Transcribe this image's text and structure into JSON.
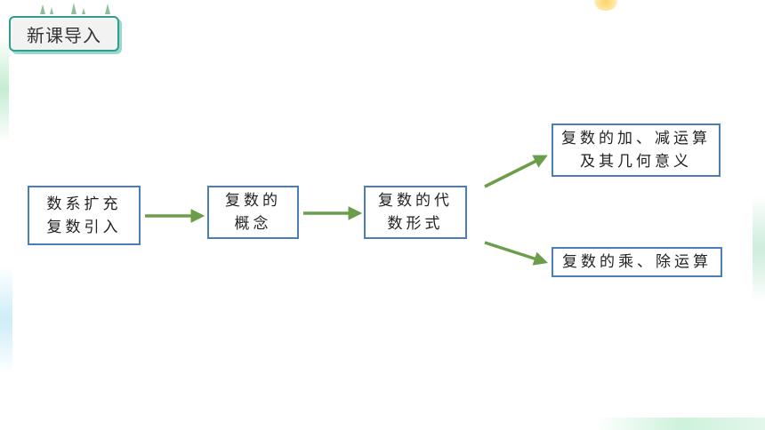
{
  "header": {
    "title": "新课导入"
  },
  "flowchart": {
    "nodes": [
      {
        "id": "n1",
        "lines": [
          "数系扩充",
          "复数引入"
        ]
      },
      {
        "id": "n2",
        "lines": [
          "复数的",
          "概念"
        ]
      },
      {
        "id": "n3",
        "lines": [
          "复数的代",
          "数形式"
        ]
      },
      {
        "id": "n4",
        "lines": [
          "复数的加、减运算",
          "及其几何意义"
        ]
      },
      {
        "id": "n5",
        "lines": [
          "复数的乘、除运算"
        ]
      }
    ],
    "edges": [
      {
        "from": "n1",
        "to": "n2"
      },
      {
        "from": "n2",
        "to": "n3"
      },
      {
        "from": "n3",
        "to": "n4"
      },
      {
        "from": "n3",
        "to": "n5"
      }
    ]
  },
  "colors": {
    "box_border": "#4a7ebb",
    "arrow": "#6b9e4a",
    "header_border": "#2f9d8f"
  }
}
